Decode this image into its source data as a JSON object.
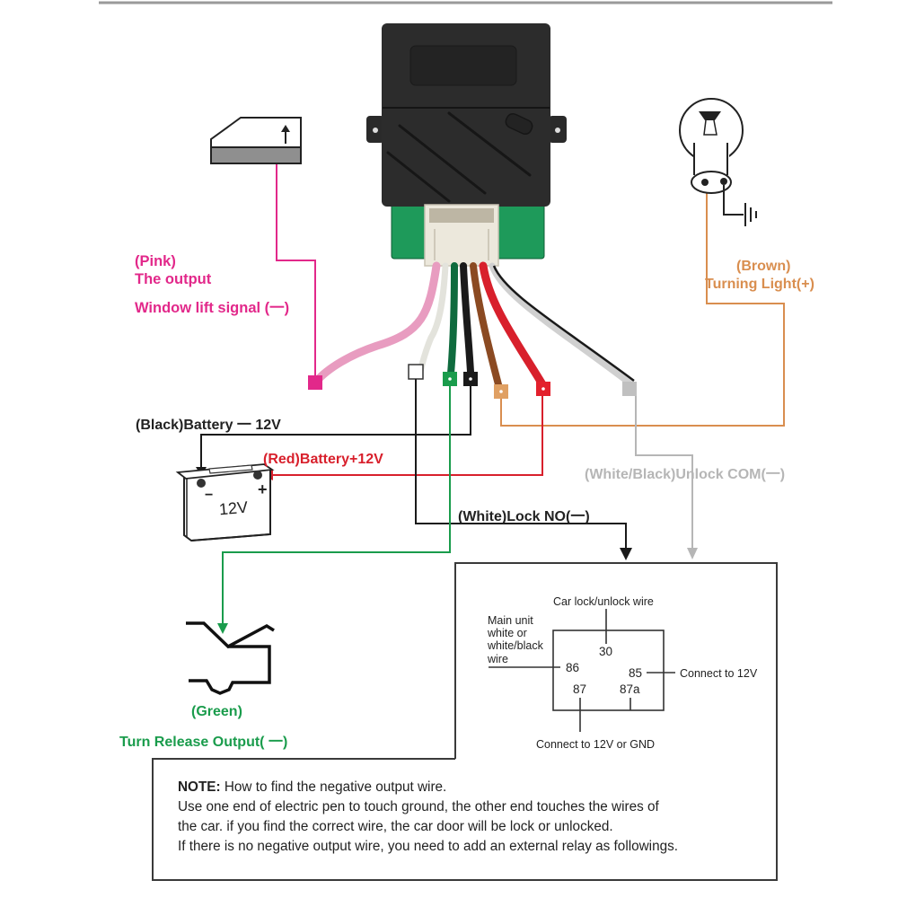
{
  "module": {
    "name": "window-lift-lock-module",
    "housing_color": "#2a2a2a",
    "pcb_color": "#1e9a5a",
    "connector_color": "#ece8dc"
  },
  "wires": [
    {
      "id": "pink",
      "color": "#e89cc0",
      "terminal_color": "#e2288a"
    },
    {
      "id": "white",
      "color": "#e8e8e0",
      "terminal_color": "#ffffff"
    },
    {
      "id": "green",
      "color": "#0f6b3e",
      "terminal_color": "#1a9c4c"
    },
    {
      "id": "black",
      "color": "#1a1a1a",
      "terminal_color": "#1a1a1a"
    },
    {
      "id": "brown",
      "color": "#8b4a22",
      "terminal_color": "#e0a063"
    },
    {
      "id": "red",
      "color": "#d8202c",
      "terminal_color": "#e3202c"
    },
    {
      "id": "white-black",
      "color": "#d0d0d0",
      "terminal_color": "#c0c0c0"
    }
  ],
  "labels": {
    "pink_line1": "(Pink)",
    "pink_line2": "The output",
    "pink_line3": "Window lift signal (一)",
    "brown_line1": "(Brown)",
    "brown_line2": "Turning Light(+)",
    "black_battery": "(Black)Battery 一 12V",
    "red_battery": "(Red)Battery+12V",
    "white_black_unlock": "(White/Black)Unlock COM(一)",
    "white_lock": "(White)Lock NO(一)",
    "green_line1": "(Green)",
    "green_line2": "Turn Release Output( 一)"
  },
  "battery": {
    "voltage_label": "12V",
    "minus": "−",
    "plus": "+"
  },
  "relay": {
    "top_label": "Car lock/unlock wire",
    "left_label_lines": [
      "Main unit",
      "white or",
      "white/black",
      "wire"
    ],
    "right_label": "Connect to 12V",
    "bottom_label": "Connect to 12V or GND",
    "pins": {
      "p30": "30",
      "p86": "86",
      "p85": "85",
      "p87": "87",
      "p87a": "87a"
    }
  },
  "note": {
    "heading": "NOTE:",
    "line1": " How to find the negative output wire.",
    "line2": "Use one end of electric pen to touch ground, the other end touches the wires of",
    "line3": "the car. if you find the correct wire, the car door will be lock or unlocked.",
    "line4": "If there is no negative output wire, you need to add an external relay as followings."
  },
  "icons": [
    "window-glass-icon",
    "bulb-icon",
    "ground-icon",
    "battery-icon",
    "trunk-latch-icon",
    "relay-icon"
  ]
}
